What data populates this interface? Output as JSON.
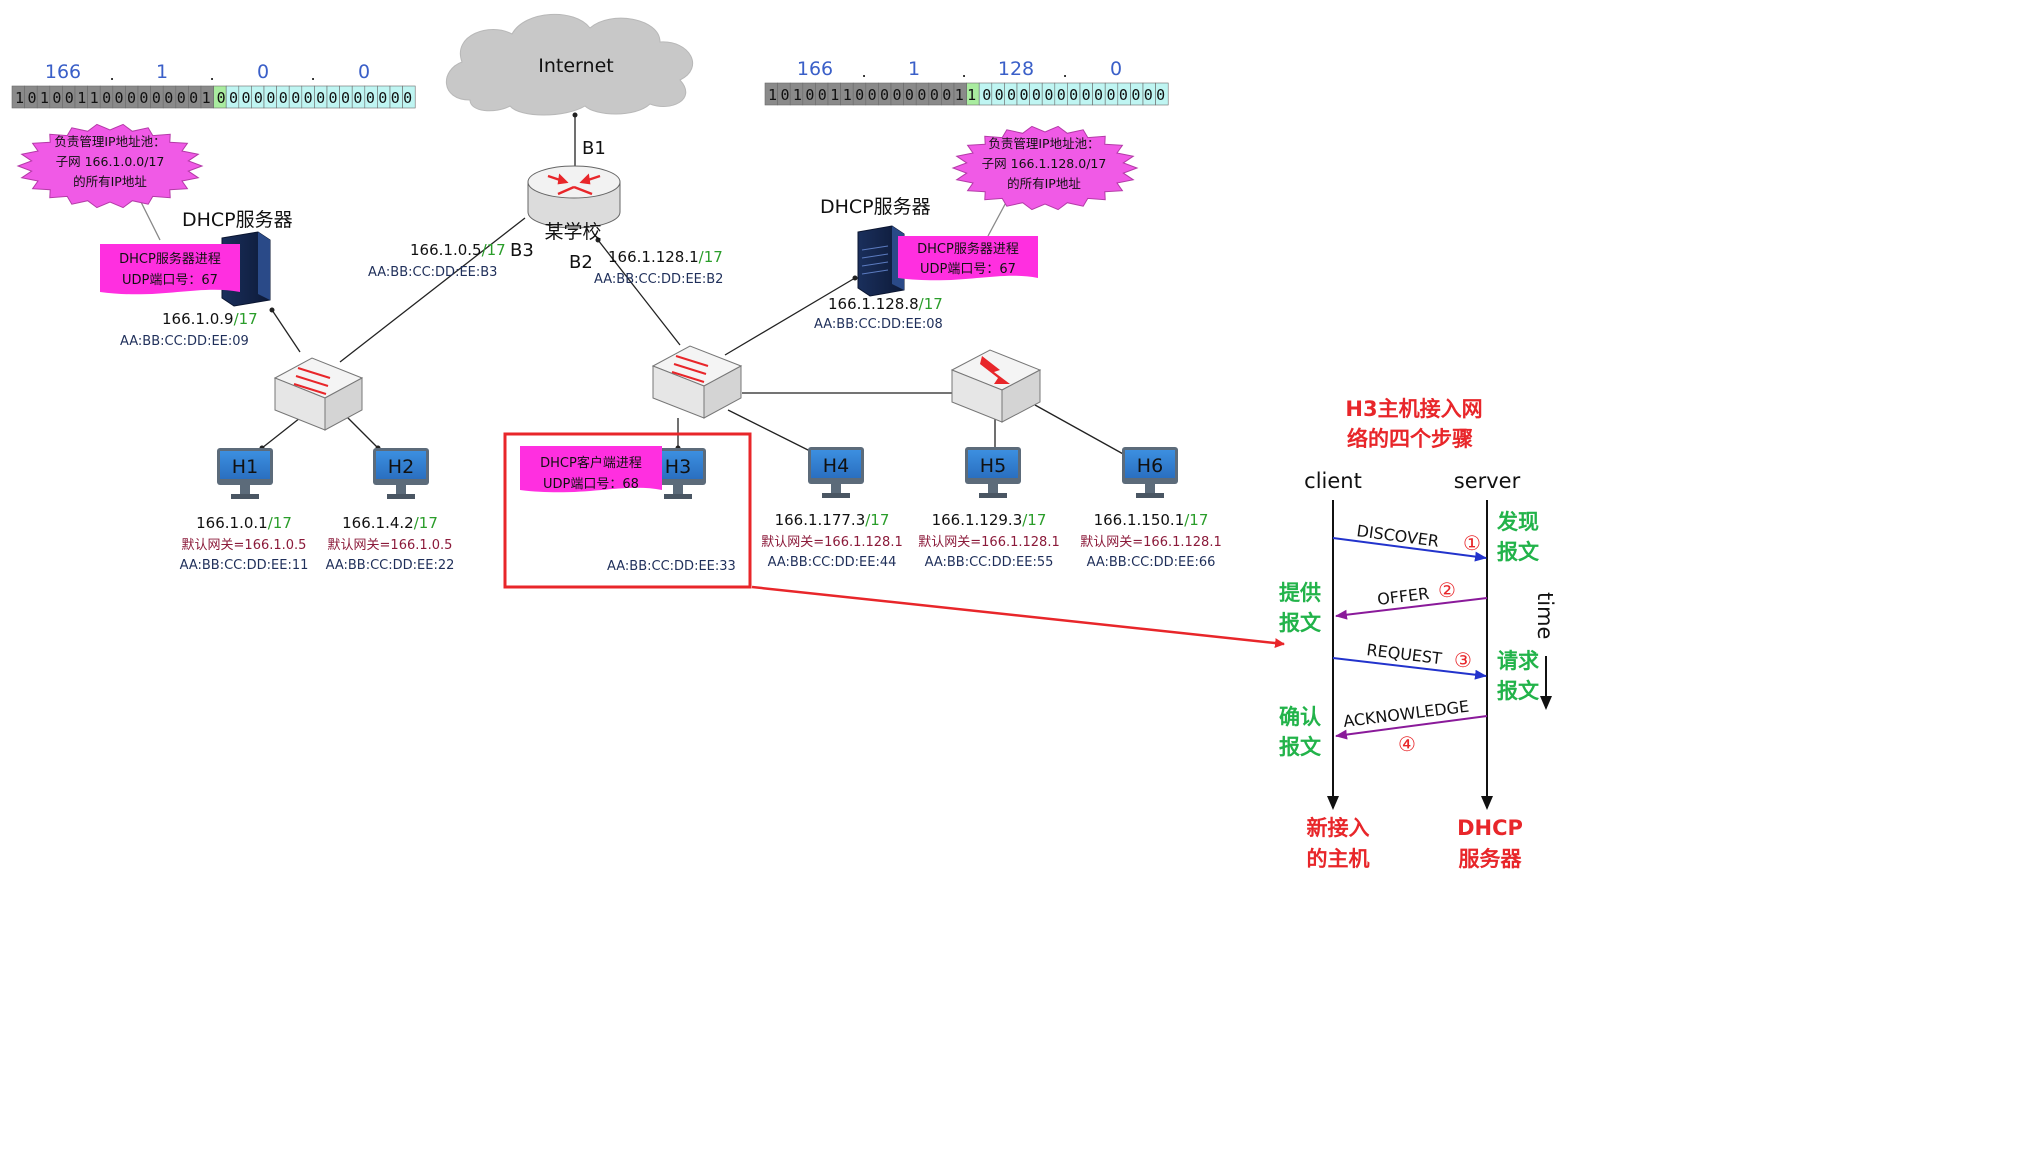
{
  "internet": {
    "label": "Internet"
  },
  "router": {
    "label": "某学校",
    "port_b1": "B1",
    "port_b2": "B2",
    "port_b3": "B3"
  },
  "left_subnet": {
    "octets": [
      "166",
      "1",
      "0",
      "0"
    ],
    "bits_network": "1010011000000001",
    "bits_host": "0000000000000000",
    "pool_note": [
      "负责管理IP地址池：",
      "子网 166.1.0.0/17",
      "的所有IP地址"
    ],
    "server_title": "DHCP服务器",
    "server_process": [
      "DHCP服务器进程",
      "UDP端口号：67"
    ],
    "server_ip": "166.1.0.9",
    "server_mask": "/17",
    "server_mac": "AA:BB:CC:DD:EE:09",
    "b3_ip": "166.1.0.5",
    "b3_mask": "/17",
    "b3_mac": "AA:BB:CC:DD:EE:B3"
  },
  "right_subnet": {
    "octets": [
      "166",
      "1",
      "128",
      "0"
    ],
    "bits_network": "10100110000000011",
    "bits_host": "000000000000000",
    "pool_note": [
      "负责管理IP地址池：",
      "子网 166.1.128.0/17",
      "的所有IP地址"
    ],
    "server_title": "DHCP服务器",
    "server_process": [
      "DHCP服务器进程",
      "UDP端口号：67"
    ],
    "server_ip": "166.1.128.8",
    "server_mask": "/17",
    "server_mac": "AA:BB:CC:DD:EE:08",
    "b2_ip": "166.1.128.1",
    "b2_mask": "/17",
    "b2_mac": "AA:BB:CC:DD:EE:B2"
  },
  "hosts": [
    {
      "name": "H1",
      "ip": "166.1.0.1",
      "mask": "/17",
      "gateway": "默认网关=166.1.0.5",
      "mac": "AA:BB:CC:DD:EE:11"
    },
    {
      "name": "H2",
      "ip": "166.1.4.2",
      "mask": "/17",
      "gateway": "默认网关=166.1.0.5",
      "mac": "AA:BB:CC:DD:EE:22"
    },
    {
      "name": "H3",
      "client_process": [
        "DHCP客户端进程",
        "UDP端口号：68"
      ],
      "mac": "AA:BB:CC:DD:EE:33"
    },
    {
      "name": "H4",
      "ip": "166.1.177.3",
      "mask": "/17",
      "gateway": "默认网关=166.1.128.1",
      "mac": "AA:BB:CC:DD:EE:44"
    },
    {
      "name": "H5",
      "ip": "166.1.129.3",
      "mask": "/17",
      "gateway": "默认网关=166.1.128.1",
      "mac": "AA:BB:CC:DD:EE:55"
    },
    {
      "name": "H6",
      "ip": "166.1.150.1",
      "mask": "/17",
      "gateway": "默认网关=166.1.128.1",
      "mac": "AA:BB:CC:DD:EE:66"
    }
  ],
  "sequence": {
    "title": [
      "H3主机接入网",
      "络的四个步骤"
    ],
    "client": "client",
    "server": "server",
    "time": "time",
    "messages": [
      {
        "label": "DISCOVER",
        "num": "①",
        "desc": [
          "发现",
          "报文"
        ]
      },
      {
        "label": "OFFER",
        "num": "②",
        "desc": [
          "提供",
          "报文"
        ]
      },
      {
        "label": "REQUEST",
        "num": "③",
        "desc": [
          "请求",
          "报文"
        ]
      },
      {
        "label": "ACKNOWLEDGE",
        "num": "④",
        "desc": [
          "确认",
          "报文"
        ]
      }
    ],
    "client_bottom": [
      "新接入",
      "的主机"
    ],
    "server_bottom": [
      "DHCP",
      "服务器"
    ]
  },
  "colors": {
    "octet_blue": "#3a5fc8",
    "mask_green": "#2a9d2a",
    "gateway_red": "#8b1a3a",
    "mac_navy": "#1f2f5a",
    "highlight_red": "#e8262a",
    "flag_magenta": "#ff2fe0",
    "burst_magenta": "#f05ae6",
    "bits_dark": "#8a8a8a",
    "bits_host": "#bff5f2",
    "seq_green": "#22b34a",
    "seq_blue": "#2233cc",
    "seq_purple": "#8a1a9a"
  }
}
